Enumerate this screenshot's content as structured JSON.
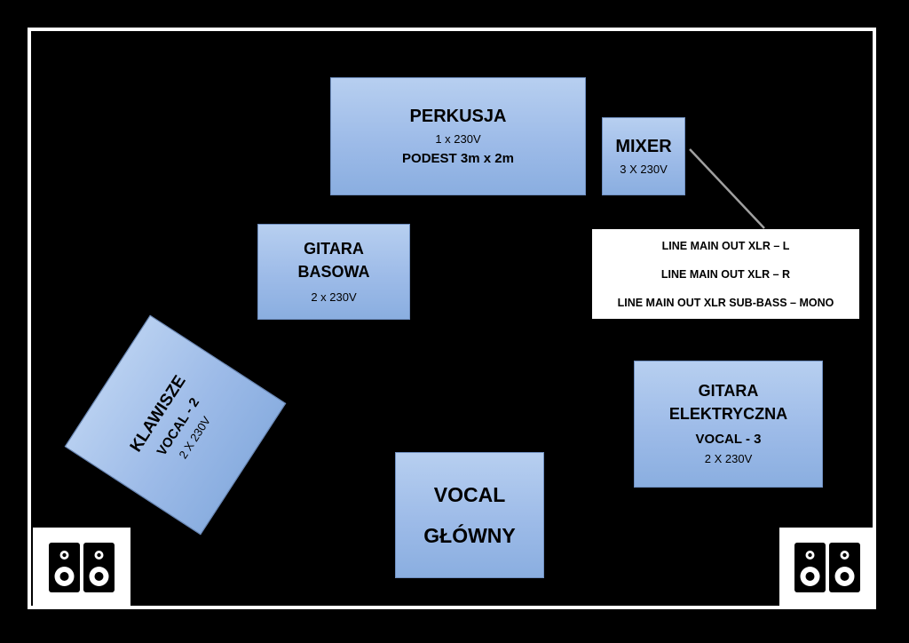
{
  "perkusja": {
    "title": "PERKUSJA",
    "power": "1 x 230V",
    "stage": "PODEST 3m x 2m"
  },
  "mixer": {
    "title": "MIXER",
    "power": "3 X 230V"
  },
  "outputs": {
    "lines": [
      "LINE MAIN OUT XLR – L",
      "LINE MAIN OUT XLR – R",
      "LINE MAIN OUT XLR SUB-BASS – MONO"
    ]
  },
  "gitara_basowa": {
    "title_line1": "GITARA",
    "title_line2": "BASOWA",
    "power": "2 x 230V"
  },
  "klawisze": {
    "title": "KLAWISZE",
    "vocal": "VOCAL - 2",
    "power": "2 X 230V"
  },
  "gitara_elektryczna": {
    "title_line1": "GITARA",
    "title_line2": "ELEKTRYCZNA",
    "vocal": "VOCAL - 3",
    "power": "2 X 230V"
  },
  "vocal_glowny": {
    "line1": "VOCAL",
    "line2": "GŁÓWNY"
  },
  "icons": {
    "speaker_left": "speaker-pair-icon",
    "speaker_right": "speaker-pair-icon"
  },
  "colors": {
    "background": "#000000",
    "frame": "#ffffff",
    "box_fill": "#9dbbe8",
    "connector": "#a0a0a0"
  }
}
